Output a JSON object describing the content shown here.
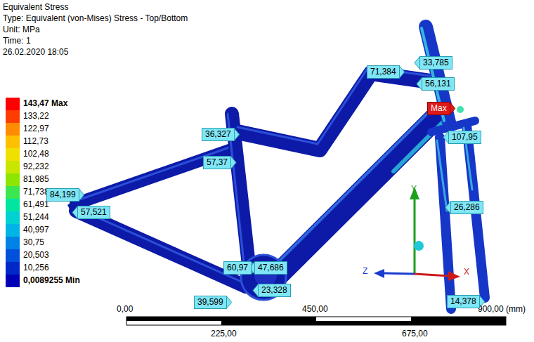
{
  "diagram": {
    "title": "Equivalent Stress",
    "nodes": [
      {
        "text": [
          "33,785"
        ]
      },
      {
        "text": [
          "71,384"
        ]
      },
      {
        "text": [
          "56,131"
        ]
      },
      {
        "text": [
          "Max"
        ]
      },
      {
        "text": [
          "36,327"
        ]
      },
      {
        "text": [
          "107,95"
        ]
      },
      {
        "text": [
          "57,37"
        ]
      },
      {
        "text": [
          "84,199"
        ]
      },
      {
        "text": [
          "26,286"
        ]
      },
      {
        "text": [
          "57,521"
        ]
      },
      {
        "text": [
          "60,97"
        ]
      },
      {
        "text": [
          "47,686"
        ]
      },
      {
        "text": [
          "23,328"
        ]
      },
      {
        "text": [
          "14,378"
        ]
      },
      {
        "text": [
          "39,599"
        ]
      }
    ],
    "labels": [
      "Type: Equivalent (von-Mises) Stress - Top/Bottom",
      "Unit: MPa",
      "Time: 1",
      "26.02.2020 18:05",
      "Y",
      "Z",
      "X",
      "0,00",
      "450,00",
      "900,00 (mm)",
      "225,00",
      "675,00"
    ],
    "legend": [
      {
        "text": "143,47 Max",
        "color": "#ff0000"
      },
      {
        "text": "133,22",
        "color": "#ff3c00"
      },
      {
        "text": "122,97",
        "color": "#ff8c00"
      },
      {
        "text": "112,73",
        "color": "#ffc000"
      },
      {
        "text": "102,48",
        "color": "#f0e000"
      },
      {
        "text": "92,232",
        "color": "#c8e600"
      },
      {
        "text": "81,985",
        "color": "#8ce600"
      },
      {
        "text": "71,738",
        "color": "#3ce650"
      },
      {
        "text": "61,491",
        "color": "#00e6a0"
      },
      {
        "text": "51,244",
        "color": "#00d2d2"
      },
      {
        "text": "40,997",
        "color": "#00b4e6"
      },
      {
        "text": "30,75",
        "color": "#0082e6"
      },
      {
        "text": "20,503",
        "color": "#0050dc"
      },
      {
        "text": "10,256",
        "color": "#0028c8"
      },
      {
        "text": "0,0089255 Min",
        "color": "#0000b4"
      }
    ]
  }
}
